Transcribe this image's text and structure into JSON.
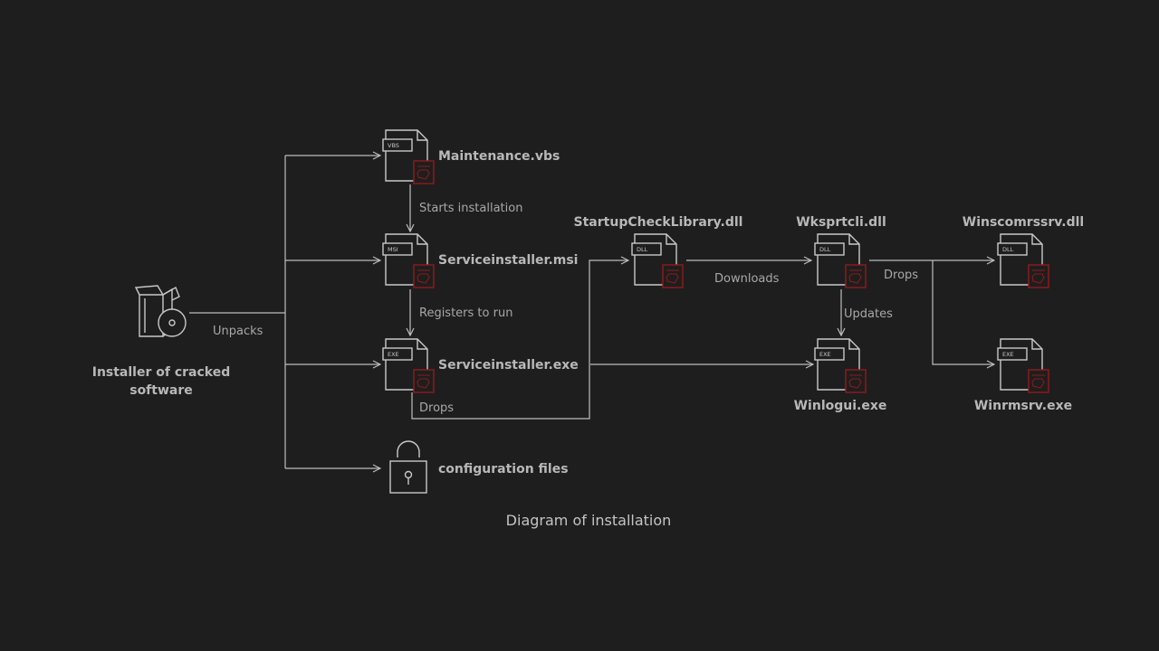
{
  "source": {
    "label_line1": "Installer of cracked",
    "label_line2": "software",
    "icon": "software-box-disc-icon"
  },
  "nodes": {
    "maintenance_vbs": {
      "label": "Maintenance.vbs",
      "tag": "VBS"
    },
    "serviceinstaller_msi": {
      "label": "Serviceinstaller.msi",
      "tag": "MSI"
    },
    "serviceinstaller_exe": {
      "label": "Serviceinstaller.exe",
      "tag": "EXE"
    },
    "configuration_files": {
      "label": "configuration files",
      "icon": "padlock-icon"
    },
    "startupchecklibrary_dll": {
      "label": "StartupCheckLibrary.dll",
      "tag": "DLL"
    },
    "wksprtcli_dll": {
      "label": "Wksprtcli.dll",
      "tag": "DLL"
    },
    "winlogui_exe": {
      "label": "Winlogui.exe",
      "tag": "EXE"
    },
    "winscomrssrv_dll": {
      "label": "Winscomrssrv.dll",
      "tag": "DLL"
    },
    "winrmsrv_exe": {
      "label": "Winrmsrv.exe",
      "tag": "EXE"
    }
  },
  "edges": {
    "unpacks": "Unpacks",
    "starts_installation": "Starts installation",
    "registers_to_run": "Registers to run",
    "drops_1": "Drops",
    "downloads": "Downloads",
    "updates": "Updates",
    "drops_2": "Drops"
  },
  "caption": "Diagram of installation",
  "colors": {
    "background": "#1e1e1e",
    "line": "#bdbdbd",
    "text": "#b8b8b8",
    "badge": "#8a1a1a"
  }
}
